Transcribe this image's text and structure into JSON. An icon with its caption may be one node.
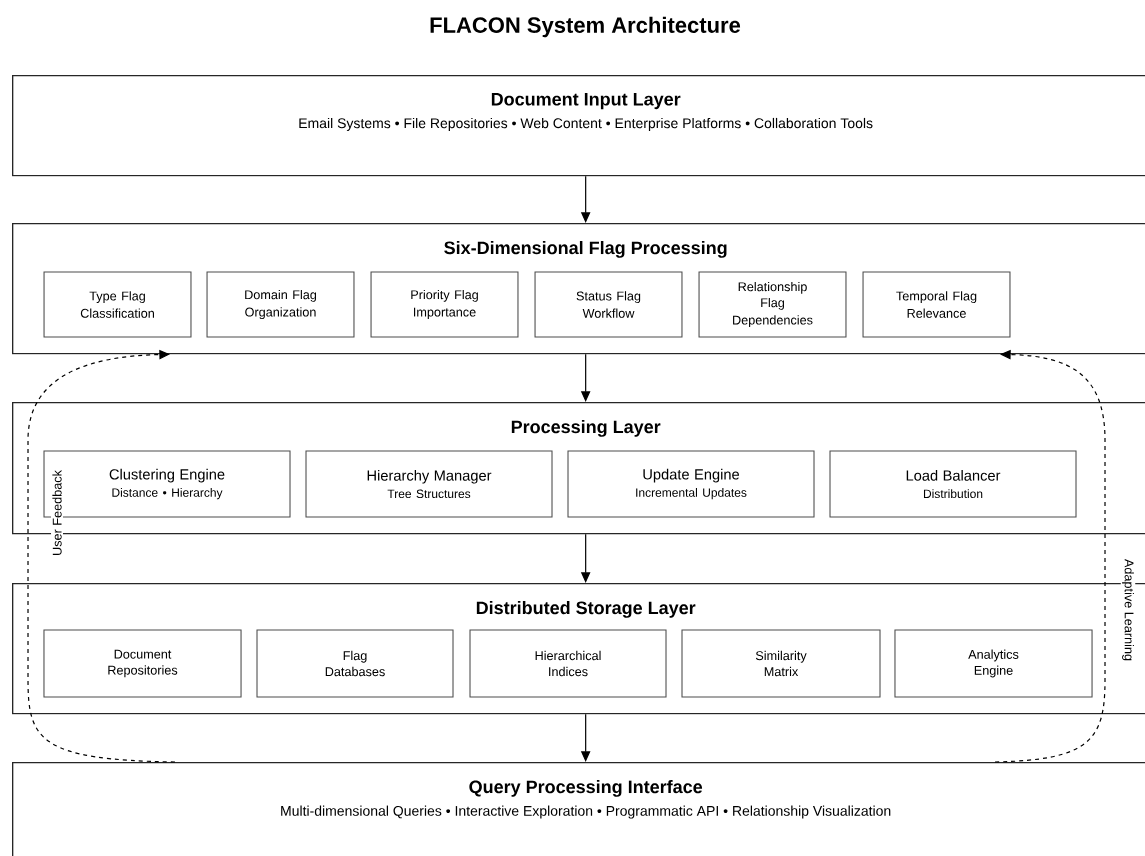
{
  "diagram": {
    "title": "FLACON System Architecture",
    "nodes": [
      {
        "text": [
          "Document Input Layer",
          "Email Systems • File Repositories • Web Content • Enterprise Platforms • Collaboration Tools"
        ]
      },
      {
        "text": [
          "Six-Dimensional Flag Processing"
        ]
      },
      {
        "text": [
          "Type Flag",
          "Classification"
        ],
        "in": 1
      },
      {
        "text": [
          "Domain Flag",
          "Organization"
        ],
        "in": 1
      },
      {
        "text": [
          "Priority Flag",
          "Importance"
        ],
        "in": 1
      },
      {
        "text": [
          "Status Flag",
          "Workflow"
        ],
        "in": 1
      },
      {
        "text": [
          "Relationship Flag",
          "Dependencies"
        ],
        "in": 1
      },
      {
        "text": [
          "Temporal Flag",
          "Relevance"
        ],
        "in": 1
      },
      {
        "text": [
          "Processing Layer"
        ]
      },
      {
        "text": [
          "Clustering Engine",
          "Distance • Hierarchy"
        ],
        "in": 8
      },
      {
        "text": [
          "Hierarchy Manager",
          "Tree Structures"
        ],
        "in": 8
      },
      {
        "text": [
          "Update Engine",
          "Incremental Updates"
        ],
        "in": 8
      },
      {
        "text": [
          "Load Balancer",
          "Distribution"
        ],
        "in": 8
      },
      {
        "text": [
          "Distributed Storage Layer"
        ]
      },
      {
        "text": [
          "Document Repositories"
        ],
        "in": 13
      },
      {
        "text": [
          "Flag Databases"
        ],
        "in": 13
      },
      {
        "text": [
          "Hierarchical Indices"
        ],
        "in": 13
      },
      {
        "text": [
          "Similarity Matrix"
        ],
        "in": 13
      },
      {
        "text": [
          "Analytics Engine"
        ],
        "in": 13
      },
      {
        "text": [
          "Query Processing Interface",
          "Multi-dimensional Queries • Interactive Exploration • Programmatic API • Relationship Visualization"
        ]
      }
    ],
    "edges": [
      {
        "from": 0,
        "to": 1,
        "arrow": "to"
      },
      {
        "from": 1,
        "to": 8,
        "arrow": "to"
      },
      {
        "from": 8,
        "to": 13,
        "arrow": "to"
      },
      {
        "from": 13,
        "to": 19,
        "arrow": "to"
      },
      {
        "from": 19,
        "to": 1,
        "arrow": "to",
        "style": "dashed",
        "label": "User Feedback"
      },
      {
        "from": 19,
        "to": 1,
        "arrow": "to",
        "style": "dashed",
        "label": "Adaptive Learning"
      }
    ]
  }
}
